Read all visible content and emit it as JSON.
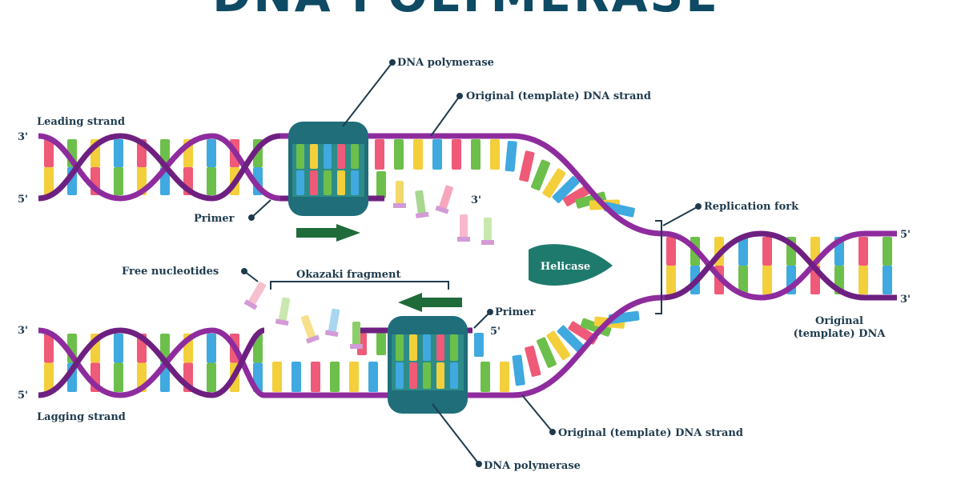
{
  "title": "DNA POLYMERASE",
  "labels": {
    "dna_polymerase_top": "DNA polymerase",
    "template_strand_top": "Original (template) DNA strand",
    "leading_strand": "Leading strand",
    "primer_top": "Primer",
    "replication_fork": "Replication fork",
    "helicase": "Helicase",
    "free_nucleotides": "Free nucleotides",
    "okazaki_fragment": "Okazaki fragment",
    "primer_bottom": "Primer",
    "original_dna_line1": "Original",
    "original_dna_line2": "(template) DNA",
    "lagging_strand": "Lagging strand",
    "template_strand_bottom": "Original (template) DNA strand",
    "dna_polymerase_bottom": "DNA polymerase"
  },
  "ends": {
    "top_left_upper": "3'",
    "top_left_lower": "5'",
    "top_mid": "3'",
    "right_upper": "5'",
    "right_lower": "3'",
    "bottom_left_upper": "3'",
    "bottom_left_lower": "5'",
    "bottom_mid": "5'"
  },
  "colors": {
    "backbone": "#8e2c9e",
    "backbone_dark": "#6e2080",
    "enzyme": "#1f6e7a",
    "enzyme_light": "#2f8f8a",
    "arrow": "#1f6b3a",
    "label": "#1f3b4d",
    "title": "#0e4a63",
    "bases": [
      "#ef5a78",
      "#6dbf4b",
      "#f3cf3b",
      "#3fa9e0"
    ]
  }
}
